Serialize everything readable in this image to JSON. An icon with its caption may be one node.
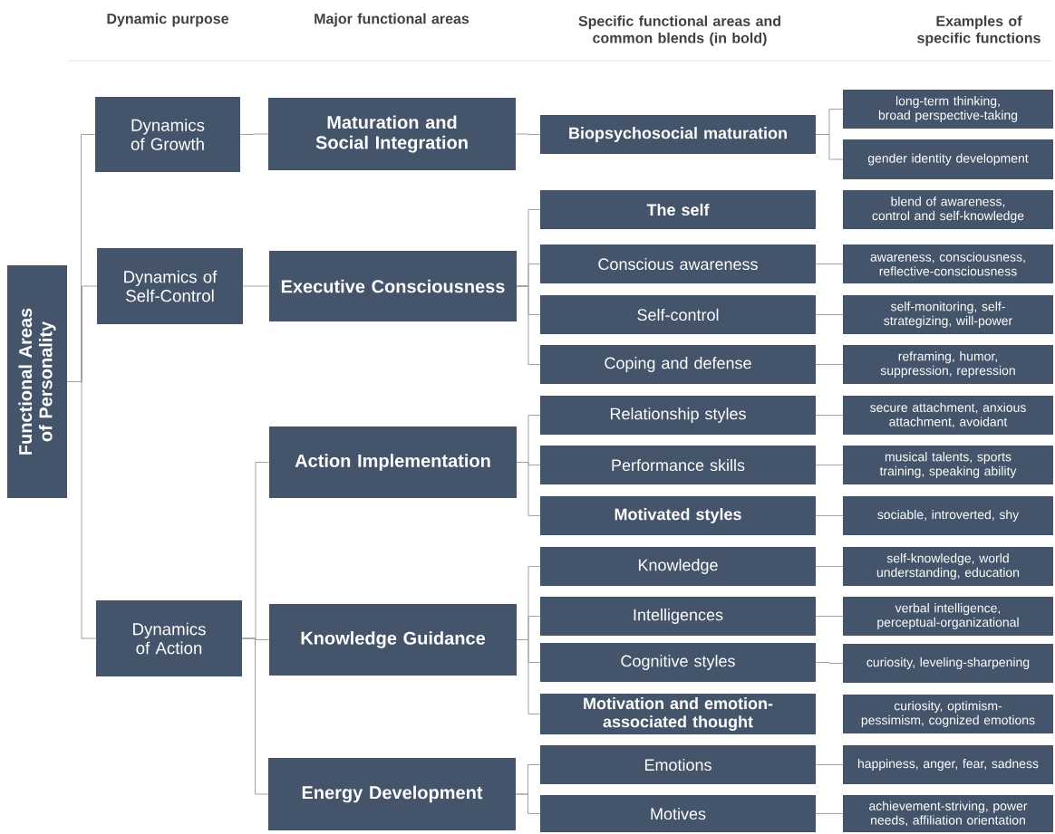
{
  "diagram": {
    "nodes": [
      {
        "text": [
          "Functional Areas of Personality"
        ]
      },
      {
        "text": [
          "Dynamics of Growth"
        ]
      },
      {
        "text": [
          "Dynamics of Self-Control"
        ]
      },
      {
        "text": [
          "Dynamics of Action"
        ]
      },
      {
        "text": [
          "Maturation and Social Integration"
        ]
      },
      {
        "text": [
          "Executive Consciousness"
        ]
      },
      {
        "text": [
          "Action Implementation"
        ]
      },
      {
        "text": [
          "Knowledge Guidance"
        ]
      },
      {
        "text": [
          "Energy Development"
        ]
      },
      {
        "text": [
          "Biopsychosocial maturation"
        ]
      },
      {
        "text": [
          "The self"
        ]
      },
      {
        "text": [
          "Conscious awareness"
        ]
      },
      {
        "text": [
          "Self-control"
        ]
      },
      {
        "text": [
          "Coping and defense"
        ]
      },
      {
        "text": [
          "Relationship styles"
        ]
      },
      {
        "text": [
          "Performance skills"
        ]
      },
      {
        "text": [
          "Motivated styles"
        ]
      },
      {
        "text": [
          "Knowledge"
        ]
      },
      {
        "text": [
          "Intelligences"
        ]
      },
      {
        "text": [
          "Cognitive styles"
        ]
      },
      {
        "text": [
          "Motivation and emotion-associated thought"
        ]
      },
      {
        "text": [
          "Emotions"
        ]
      },
      {
        "text": [
          "Motives"
        ]
      },
      {
        "text": [
          "long-term thinking, broad perspective-taking"
        ]
      },
      {
        "text": [
          "gender identity development"
        ]
      },
      {
        "text": [
          "blend of awareness, control and self-knowledge"
        ]
      },
      {
        "text": [
          "awareness, consciousness, reflective-consciousness"
        ]
      },
      {
        "text": [
          "self-monitoring, self-strategizing, will-power"
        ]
      },
      {
        "text": [
          "reframing, humor, suppression, repression"
        ]
      },
      {
        "text": [
          "secure attachment, anxious attachment, avoidant"
        ]
      },
      {
        "text": [
          "musical talents, sports training, speaking ability"
        ]
      },
      {
        "text": [
          "sociable, introverted, shy"
        ]
      },
      {
        "text": [
          "self-knowledge, world understanding, education"
        ]
      },
      {
        "text": [
          "verbal intelligence, perceptual-organizational"
        ]
      },
      {
        "text": [
          "curiosity, leveling-sharpening"
        ]
      },
      {
        "text": [
          "curiosity, optimism-pessimism, cognized emotions"
        ]
      },
      {
        "text": [
          "happiness, anger, fear, sadness"
        ]
      },
      {
        "text": [
          "achievement-striving, power needs, affiliation orientation"
        ]
      }
    ],
    "edges": [
      {
        "from": 0,
        "to": 1,
        "arrow": "none"
      },
      {
        "from": 0,
        "to": 2,
        "arrow": "none"
      },
      {
        "from": 0,
        "to": 3,
        "arrow": "none"
      },
      {
        "from": 1,
        "to": 4,
        "arrow": "none"
      },
      {
        "from": 2,
        "to": 5,
        "arrow": "none"
      },
      {
        "from": 3,
        "to": 6,
        "arrow": "none"
      },
      {
        "from": 3,
        "to": 7,
        "arrow": "none"
      },
      {
        "from": 3,
        "to": 8,
        "arrow": "none"
      },
      {
        "from": 4,
        "to": 9,
        "arrow": "none"
      },
      {
        "from": 5,
        "to": 10,
        "arrow": "none"
      },
      {
        "from": 5,
        "to": 11,
        "arrow": "none"
      },
      {
        "from": 5,
        "to": 12,
        "arrow": "none"
      },
      {
        "from": 5,
        "to": 13,
        "arrow": "none"
      },
      {
        "from": 6,
        "to": 14,
        "arrow": "none"
      },
      {
        "from": 6,
        "to": 15,
        "arrow": "none"
      },
      {
        "from": 6,
        "to": 16,
        "arrow": "none"
      },
      {
        "from": 7,
        "to": 17,
        "arrow": "none"
      },
      {
        "from": 7,
        "to": 18,
        "arrow": "none"
      },
      {
        "from": 7,
        "to": 19,
        "arrow": "none"
      },
      {
        "from": 7,
        "to": 20,
        "arrow": "none"
      },
      {
        "from": 8,
        "to": 21,
        "arrow": "none"
      },
      {
        "from": 8,
        "to": 22,
        "arrow": "none"
      },
      {
        "from": 9,
        "to": 23,
        "arrow": "none"
      },
      {
        "from": 9,
        "to": 24,
        "arrow": "none"
      },
      {
        "from": 11,
        "to": 26,
        "arrow": "none"
      },
      {
        "from": 12,
        "to": 27,
        "arrow": "none"
      },
      {
        "from": 13,
        "to": 28,
        "arrow": "none"
      },
      {
        "from": 14,
        "to": 29,
        "arrow": "none"
      },
      {
        "from": 15,
        "to": 30,
        "arrow": "none"
      },
      {
        "from": 16,
        "to": 31,
        "arrow": "none"
      },
      {
        "from": 17,
        "to": 32,
        "arrow": "none"
      },
      {
        "from": 18,
        "to": 33,
        "arrow": "none"
      },
      {
        "from": 19,
        "to": 34,
        "arrow": "none"
      },
      {
        "from": 21,
        "to": 36,
        "arrow": "none"
      },
      {
        "from": 22,
        "to": 37,
        "arrow": "none"
      }
    ],
    "labels": [
      "Dynamic purpose",
      "Major functional areas",
      "Specific functional areas and common blends (in bold)",
      "Examples of specific functions"
    ]
  }
}
